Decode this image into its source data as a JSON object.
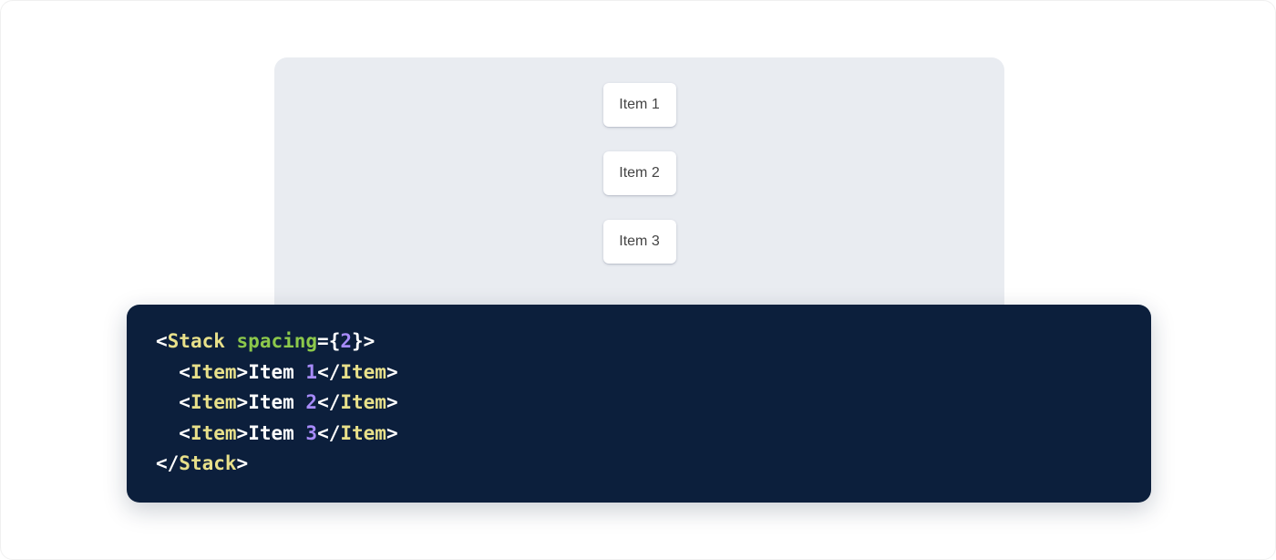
{
  "preview": {
    "panel_bg": "#e9ecf1",
    "items": [
      {
        "label": "Item 1"
      },
      {
        "label": "Item 2"
      },
      {
        "label": "Item 3"
      }
    ]
  },
  "code": {
    "background": "#0c1f3c",
    "language": "jsx",
    "colors": {
      "punctuation": "#ffffff",
      "tag": "#e8e08a",
      "attribute": "#8cc84b",
      "number": "#a78bfa",
      "text": "#ffffff"
    },
    "lines": [
      {
        "indent": "",
        "tokens": [
          {
            "t": "punct",
            "v": "<"
          },
          {
            "t": "tag",
            "v": "Stack"
          },
          {
            "t": "text",
            "v": " "
          },
          {
            "t": "attr",
            "v": "spacing"
          },
          {
            "t": "punct",
            "v": "={"
          },
          {
            "t": "num",
            "v": "2"
          },
          {
            "t": "punct",
            "v": "}>"
          }
        ]
      },
      {
        "indent": "  ",
        "tokens": [
          {
            "t": "punct",
            "v": "<"
          },
          {
            "t": "tag",
            "v": "Item"
          },
          {
            "t": "punct",
            "v": ">"
          },
          {
            "t": "text",
            "v": "Item "
          },
          {
            "t": "num",
            "v": "1"
          },
          {
            "t": "punct",
            "v": "</"
          },
          {
            "t": "tag",
            "v": "Item"
          },
          {
            "t": "punct",
            "v": ">"
          }
        ]
      },
      {
        "indent": "  ",
        "tokens": [
          {
            "t": "punct",
            "v": "<"
          },
          {
            "t": "tag",
            "v": "Item"
          },
          {
            "t": "punct",
            "v": ">"
          },
          {
            "t": "text",
            "v": "Item "
          },
          {
            "t": "num",
            "v": "2"
          },
          {
            "t": "punct",
            "v": "</"
          },
          {
            "t": "tag",
            "v": "Item"
          },
          {
            "t": "punct",
            "v": ">"
          }
        ]
      },
      {
        "indent": "  ",
        "tokens": [
          {
            "t": "punct",
            "v": "<"
          },
          {
            "t": "tag",
            "v": "Item"
          },
          {
            "t": "punct",
            "v": ">"
          },
          {
            "t": "text",
            "v": "Item "
          },
          {
            "t": "num",
            "v": "3"
          },
          {
            "t": "punct",
            "v": "</"
          },
          {
            "t": "tag",
            "v": "Item"
          },
          {
            "t": "punct",
            "v": ">"
          }
        ]
      },
      {
        "indent": "",
        "tokens": [
          {
            "t": "punct",
            "v": "</"
          },
          {
            "t": "tag",
            "v": "Stack"
          },
          {
            "t": "punct",
            "v": ">"
          }
        ]
      }
    ]
  }
}
